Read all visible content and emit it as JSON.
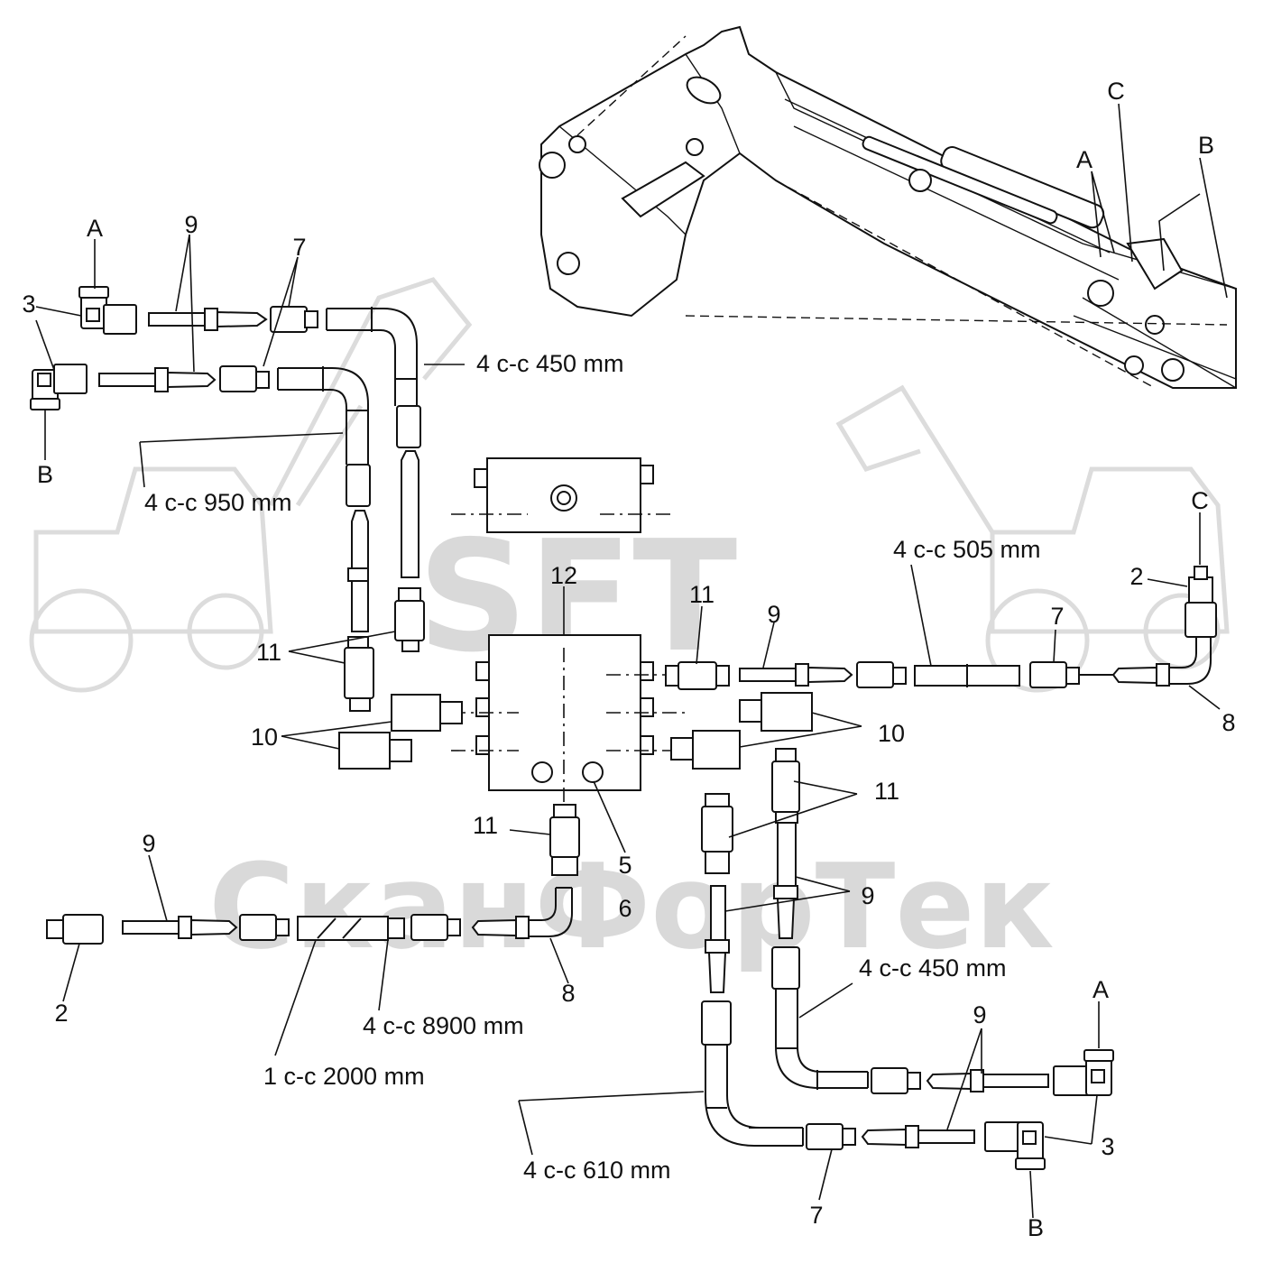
{
  "watermark": {
    "brand": "SFT",
    "company": "СканФорТек"
  },
  "callouts": {
    "c_top_C": "C",
    "c_top_A": "A",
    "c_top_B": "B",
    "l_A": "A",
    "l_9": "9",
    "l_7": "7",
    "l_3a": "3",
    "l_3b": "3",
    "l_B": "B",
    "l_hose450": "4  c-c 450 mm",
    "l_hose950": "4  c-c 950 mm",
    "l_12": "12",
    "l_11_valve": "11",
    "l_9_right": "9",
    "l_hose505": "4  c-c 505 mm",
    "l_C_right": "C",
    "l_2_right": "2",
    "l_7_right": "7",
    "l_8_right": "8",
    "l_11_left": "11",
    "l_10_left": "10",
    "l_10_right": "10",
    "l_11_right": "11",
    "l_11_bottom": "11",
    "l_5": "5",
    "l_6": "6",
    "l_9_bl": "9",
    "l_2_bl": "2",
    "l_8_bl": "8",
    "l_hose8900": "4  c-c 8900 mm",
    "l_hose2000": "1  c-c 2000 mm",
    "l_9_br": "9",
    "l_hose450_br": "4  c-c 450 mm",
    "l_9_br2": "9",
    "l_A_br": "A",
    "l_3_br": "3",
    "l_hose610": "4  c-c 610 mm",
    "l_7_br": "7",
    "l_B_br": "B"
  }
}
